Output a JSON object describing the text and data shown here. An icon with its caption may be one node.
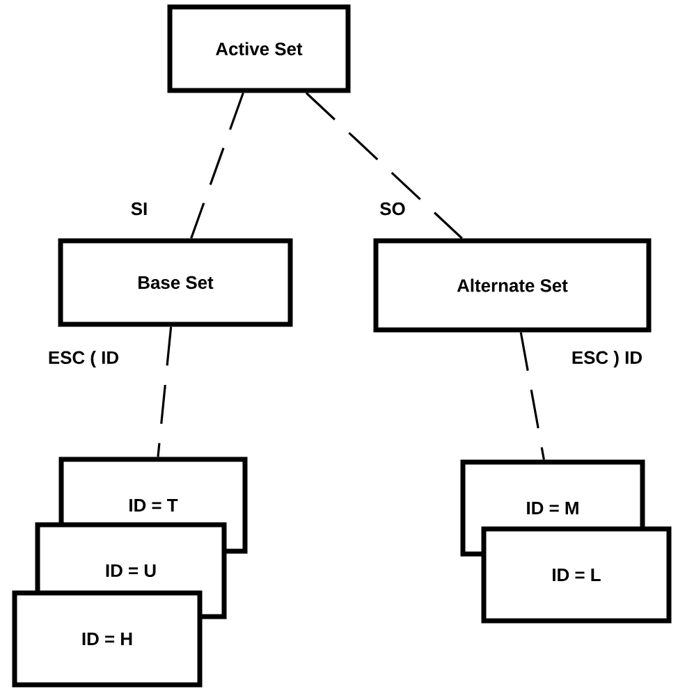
{
  "diagram": {
    "nodes": [
      {
        "text": [
          "Active Set"
        ]
      },
      {
        "text": [
          "Base Set"
        ]
      },
      {
        "text": [
          "Alternate Set"
        ]
      },
      {
        "text": [
          "ID = T"
        ]
      },
      {
        "text": [
          "ID = U"
        ]
      },
      {
        "text": [
          "ID = H"
        ]
      },
      {
        "text": [
          "ID = M"
        ]
      },
      {
        "text": [
          "ID = L"
        ]
      }
    ],
    "edges": [
      {
        "from": 0,
        "to": 1,
        "arrow": "none",
        "label": "SI",
        "style": "dashed"
      },
      {
        "from": 0,
        "to": 2,
        "arrow": "none",
        "label": "SO",
        "style": "dashed"
      },
      {
        "from": 1,
        "to": 3,
        "arrow": "none",
        "label": "ESC ( ID",
        "style": "dashed"
      },
      {
        "from": 2,
        "to": 6,
        "arrow": "none",
        "label": "ESC ) ID",
        "style": "dashed"
      }
    ]
  }
}
